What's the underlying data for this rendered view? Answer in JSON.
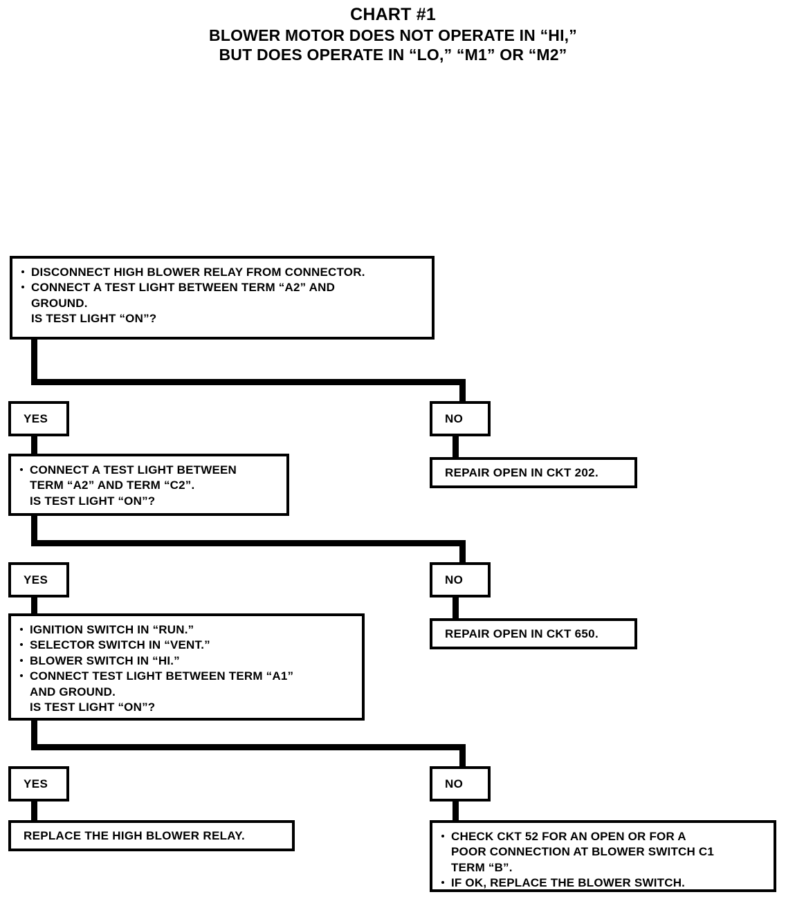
{
  "title": {
    "line1": "CHART #1",
    "line2": "BLOWER MOTOR DOES NOT OPERATE IN “HI,”",
    "line3": "BUT DOES OPERATE IN “LO,” “M1” OR “M2”"
  },
  "colors": {
    "ink": "#000000",
    "paper": "#ffffff"
  },
  "chart_data": {
    "type": "diagram",
    "title": "CHART #1 — BLOWER MOTOR DOES NOT OPERATE IN “HI,” BUT DOES OPERATE IN “LO,” “M1” OR “M2”",
    "nodes": [
      {
        "id": "step1",
        "kind": "test",
        "lines": [
          "DISCONNECT HIGH BLOWER RELAY FROM CONNECTOR.",
          "CONNECT A TEST LIGHT BETWEEN TERM “A2” AND\nGROUND.\nIS TEST LIGHT “ON”?"
        ]
      },
      {
        "id": "yes1",
        "kind": "branch",
        "label": "YES"
      },
      {
        "id": "no1",
        "kind": "branch",
        "label": "NO"
      },
      {
        "id": "repair202",
        "kind": "action",
        "label": "REPAIR OPEN IN CKT 202."
      },
      {
        "id": "step2",
        "kind": "test",
        "lines": [
          "CONNECT A TEST LIGHT BETWEEN\nTERM “A2” AND TERM “C2”.\nIS TEST LIGHT “ON”?"
        ]
      },
      {
        "id": "yes2",
        "kind": "branch",
        "label": "YES"
      },
      {
        "id": "no2",
        "kind": "branch",
        "label": "NO"
      },
      {
        "id": "repair650",
        "kind": "action",
        "label": "REPAIR OPEN IN CKT 650."
      },
      {
        "id": "step3",
        "kind": "test",
        "lines": [
          "IGNITION SWITCH IN “RUN.”",
          "SELECTOR SWITCH IN “VENT.”",
          "BLOWER SWITCH IN “HI.”",
          "CONNECT TEST LIGHT BETWEEN TERM “A1”\nAND GROUND.\nIS TEST LIGHT “ON”?"
        ]
      },
      {
        "id": "yes3",
        "kind": "branch",
        "label": "YES"
      },
      {
        "id": "no3",
        "kind": "branch",
        "label": "NO"
      },
      {
        "id": "replaceRelay",
        "kind": "action",
        "label": "REPLACE THE HIGH BLOWER RELAY."
      },
      {
        "id": "checkCkt52",
        "kind": "action",
        "lines": [
          "CHECK CKT 52 FOR AN OPEN OR FOR A\nPOOR CONNECTION AT BLOWER SWITCH C1\nTERM “B”.",
          "IF OK, REPLACE THE BLOWER SWITCH."
        ]
      }
    ],
    "edges": [
      {
        "from": "step1",
        "to": "yes1",
        "label": "YES"
      },
      {
        "from": "step1",
        "to": "no1",
        "label": "NO"
      },
      {
        "from": "no1",
        "to": "repair202"
      },
      {
        "from": "yes1",
        "to": "step2"
      },
      {
        "from": "step2",
        "to": "yes2",
        "label": "YES"
      },
      {
        "from": "step2",
        "to": "no2",
        "label": "NO"
      },
      {
        "from": "no2",
        "to": "repair650"
      },
      {
        "from": "yes2",
        "to": "step3"
      },
      {
        "from": "step3",
        "to": "yes3",
        "label": "YES"
      },
      {
        "from": "step3",
        "to": "no3",
        "label": "NO"
      },
      {
        "from": "yes3",
        "to": "replaceRelay"
      },
      {
        "from": "no3",
        "to": "checkCkt52"
      }
    ]
  },
  "nodes": {
    "step1": {
      "b1": "DISCONNECT HIGH BLOWER RELAY FROM CONNECTOR.",
      "b2": "CONNECT A TEST LIGHT BETWEEN TERM “A2” AND\nGROUND.\nIS TEST LIGHT “ON”?"
    },
    "yes1": {
      "label": "YES"
    },
    "no1": {
      "label": "NO"
    },
    "repair202": {
      "label": "REPAIR OPEN IN CKT 202."
    },
    "step2": {
      "b1": "CONNECT A TEST LIGHT BETWEEN\nTERM “A2” AND TERM “C2”.\nIS TEST LIGHT “ON”?"
    },
    "yes2": {
      "label": "YES"
    },
    "no2": {
      "label": "NO"
    },
    "repair650": {
      "label": "REPAIR OPEN IN CKT 650."
    },
    "step3": {
      "b1": "IGNITION SWITCH IN “RUN.”",
      "b2": "SELECTOR SWITCH IN “VENT.”",
      "b3": "BLOWER SWITCH IN “HI.”",
      "b4": "CONNECT TEST LIGHT BETWEEN TERM “A1”\nAND GROUND.\nIS TEST LIGHT “ON”?"
    },
    "yes3": {
      "label": "YES"
    },
    "no3": {
      "label": "NO"
    },
    "replaceRelay": {
      "label": "REPLACE THE HIGH BLOWER RELAY."
    },
    "checkCkt52": {
      "b1": "CHECK CKT 52 FOR AN OPEN OR FOR A\nPOOR CONNECTION AT BLOWER SWITCH C1\nTERM “B”.",
      "b2": "IF OK, REPLACE THE BLOWER SWITCH."
    }
  }
}
